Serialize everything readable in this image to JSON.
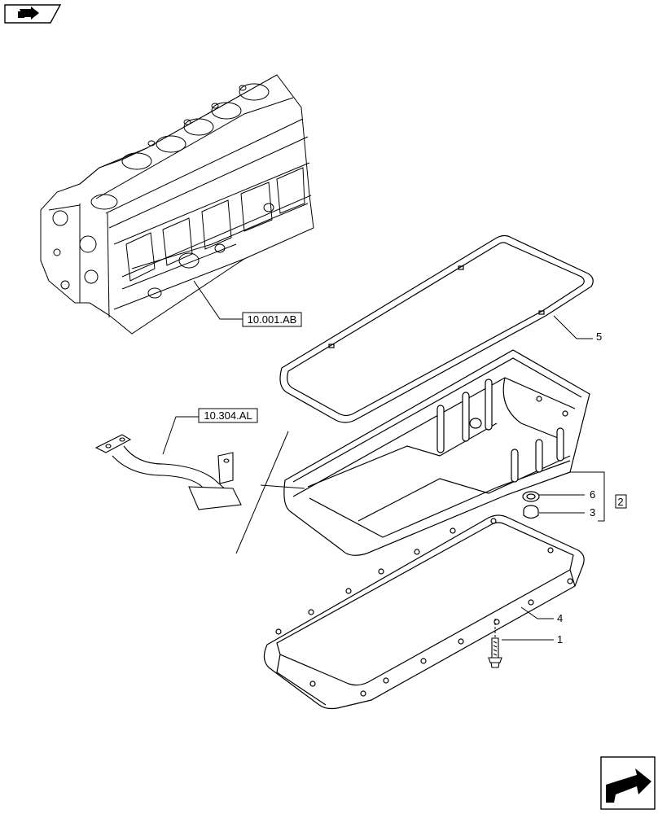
{
  "nav": {
    "top_icon": "book-arrow-icon",
    "bottom_icon": "next-page-arrow-icon"
  },
  "references": {
    "engine_block": "10.001.AB",
    "oil_pickup": "10.304.AL"
  },
  "callouts": {
    "gasket": "5",
    "seal_washer": "6",
    "drain_plug": "3",
    "kit_bracket": "2",
    "lower_frame": "4",
    "bolt": "1"
  }
}
